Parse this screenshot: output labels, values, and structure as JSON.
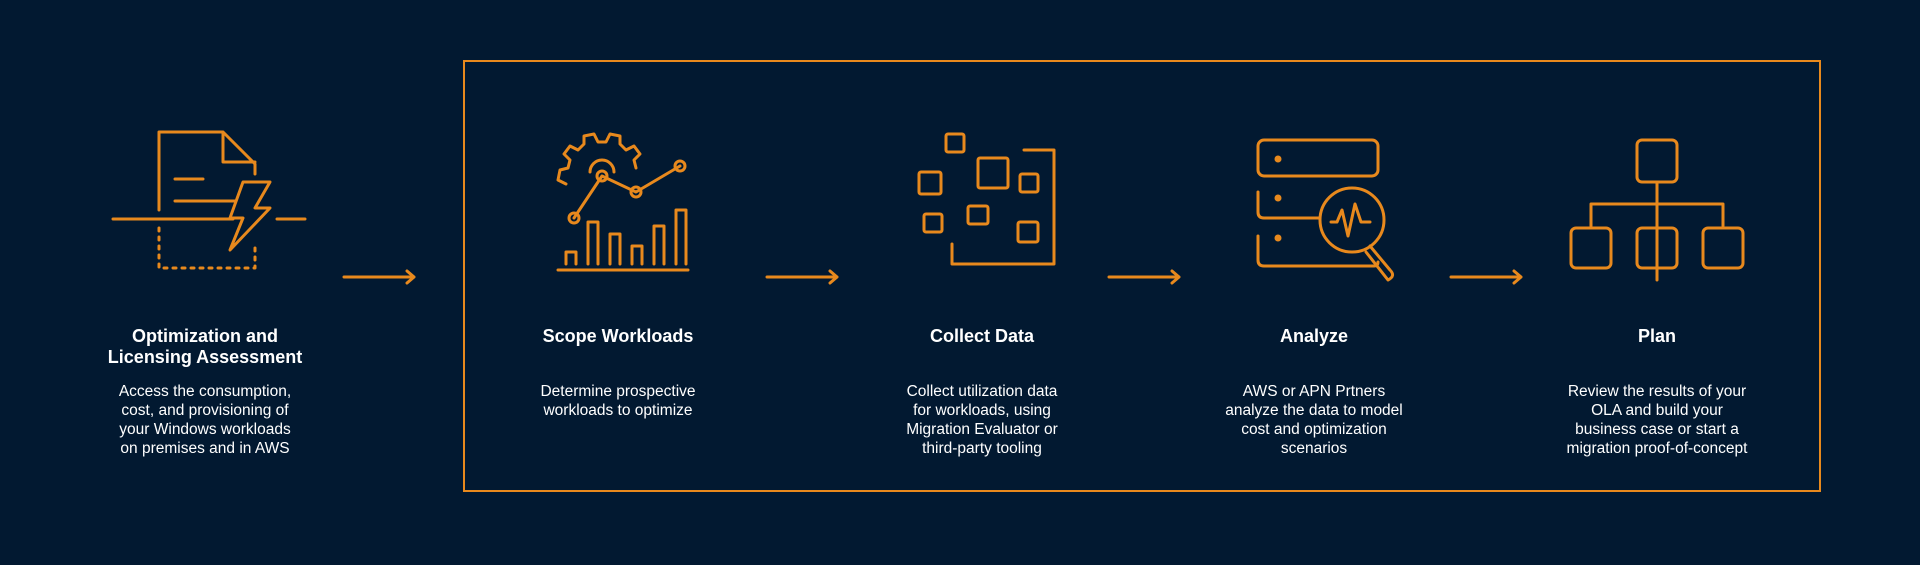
{
  "colors": {
    "background": "#021931",
    "accent": "#e8891d",
    "text": "#ffffff"
  },
  "steps": [
    {
      "icon": "document-lightning-icon",
      "title_lines": [
        "Optimization and",
        "Licensing Assessment"
      ],
      "desc_lines": [
        "Access the consumption,",
        "cost, and provisioning of",
        "your Windows workloads",
        "on premises and in AWS"
      ]
    },
    {
      "icon": "gear-chart-icon",
      "title_lines": [
        "Scope Workloads"
      ],
      "desc_lines": [
        "Determine prospective",
        "workloads to optimize"
      ]
    },
    {
      "icon": "scattered-squares-icon",
      "title_lines": [
        "Collect Data"
      ],
      "desc_lines": [
        "Collect utilization data",
        "for workloads, using",
        "Migration Evaluator or",
        "third-party tooling"
      ]
    },
    {
      "icon": "server-magnifier-icon",
      "title_lines": [
        "Analyze"
      ],
      "desc_lines": [
        "AWS or APN Prtners",
        "analyze the data to model",
        "cost and optimization",
        "scenarios"
      ]
    },
    {
      "icon": "hierarchy-icon",
      "title_lines": [
        "Plan"
      ],
      "desc_lines": [
        "Review the results of your",
        "OLA and build your",
        "business case or start a",
        "migration proof-of-concept"
      ]
    }
  ]
}
